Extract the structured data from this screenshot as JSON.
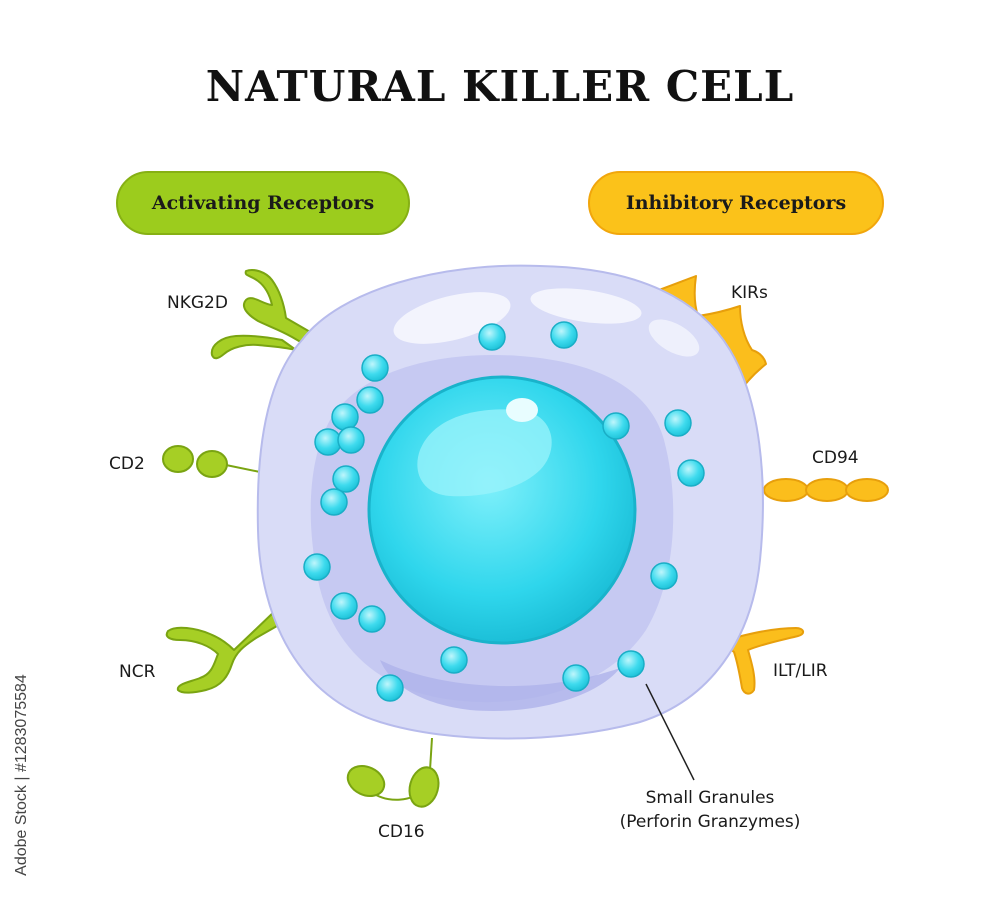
{
  "title": "NATURAL KILLER CELL",
  "pills": {
    "activating": "Activating Receptors",
    "inhibitory": "Inhibitory Receptors"
  },
  "labels": {
    "nkg2d": "NKG2D",
    "cd2": "CD2",
    "ncr": "NCR",
    "cd16": "CD16",
    "kirs": "KIRs",
    "cd94": "CD94",
    "ilt_lir": "ILT/LIR",
    "granules_line1": "Small Granules",
    "granules_line2": "(Perforin Granzymes)"
  },
  "watermark": "Adobe Stock | #1283075584",
  "colors": {
    "activating": "#9ccc1d",
    "inhibitory": "#fbc21a",
    "cytoplasm": "#d9dcf7",
    "nucleus": "#2fd6ec",
    "granule": "#3fdbee"
  }
}
